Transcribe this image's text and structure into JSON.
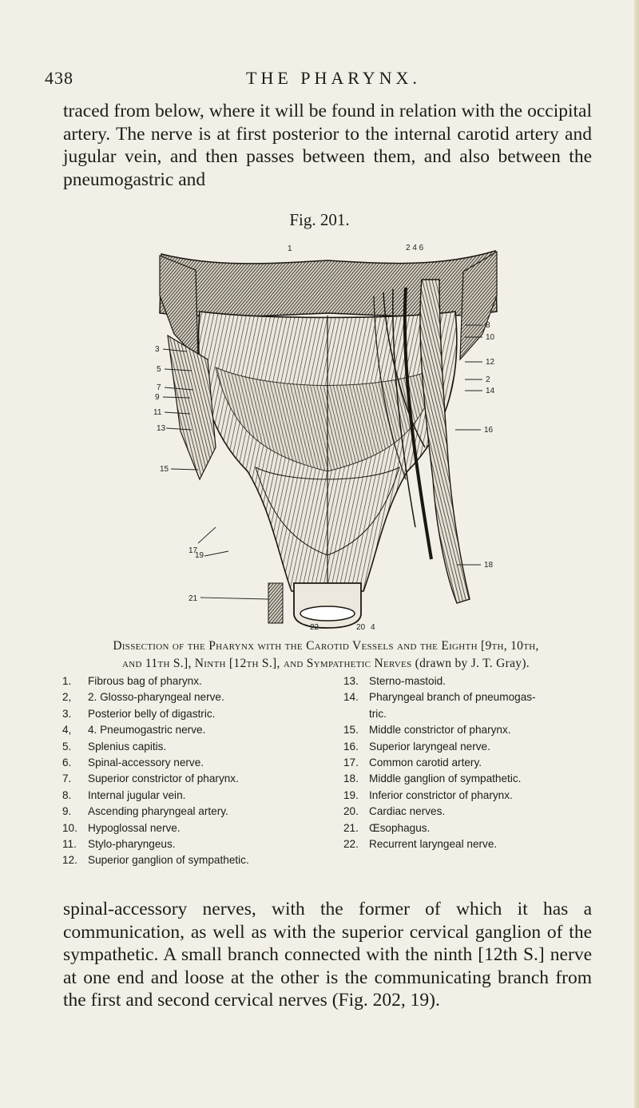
{
  "header": {
    "page_number": "438",
    "running_head": "THE PHARYNX."
  },
  "text": {
    "para_top": "traced from below, where it will be found in relation with the occipital artery. The nerve is at first posterior to the internal carotid artery and jugular vein, and then passes between them, and also between the pneumogastric and",
    "para_bottom": "spinal-accessory nerves, with the former of which it has a communication, as well as with the superior cervical ganglion of the sympathetic. A small branch connected with the ninth [12th S.] nerve at one end and loose at the other is the communicating branch from the first and second cervical nerves (Fig. 202, 19)."
  },
  "figure": {
    "label": "Fig. 201.",
    "caption_line1": "Dissection of the Pharynx with the Carotid Vessels and the Eighth [9th, 10th,",
    "caption_line2": "and 11th S.], Ninth [12th S.], and Sympathetic Nerves",
    "caption_credit": "(drawn by J. T. Gray).",
    "callouts": {
      "top_1": "1",
      "top_246": "2 4 6",
      "l3": "3",
      "l5": "5",
      "l7": "7",
      "l9": "9",
      "l11": "11",
      "l13": "13",
      "l15": "15",
      "l17": "17",
      "l19": "19",
      "l21": "21",
      "r8": "8",
      "r10": "10",
      "r12": "12",
      "r2": "2",
      "r14": "14",
      "r16": "16",
      "r18": "18",
      "b22": "22",
      "b20": "20",
      "b4": "4"
    }
  },
  "legend": {
    "left": [
      {
        "num": "1.",
        "text": "Fibrous bag of pharynx."
      },
      {
        "num": "2,",
        "text": "2. Glosso-pharyngeal nerve."
      },
      {
        "num": "3.",
        "text": "Posterior belly of digastric."
      },
      {
        "num": "4,",
        "text": "4. Pneumogastric nerve."
      },
      {
        "num": "5.",
        "text": "Splenius capitis."
      },
      {
        "num": "6.",
        "text": "Spinal-accessory nerve."
      },
      {
        "num": "7.",
        "text": "Superior constrictor of pharynx."
      },
      {
        "num": "8.",
        "text": "Internal jugular vein."
      },
      {
        "num": "9.",
        "text": "Ascending pharyngeal artery."
      },
      {
        "num": "10.",
        "text": "Hypoglossal nerve."
      },
      {
        "num": "11.",
        "text": "Stylo-pharyngeus."
      },
      {
        "num": "12.",
        "text": "Superior ganglion of sympathetic."
      }
    ],
    "right": [
      {
        "num": "13.",
        "text": "Sterno-mastoid."
      },
      {
        "num": "14.",
        "text": "Pharyngeal branch of pneumogas-"
      },
      {
        "num": "",
        "text": "tric."
      },
      {
        "num": "15.",
        "text": "Middle constrictor of pharynx."
      },
      {
        "num": "16.",
        "text": "Superior laryngeal nerve."
      },
      {
        "num": "17.",
        "text": "Common carotid artery."
      },
      {
        "num": "18.",
        "text": "Middle ganglion of sympathetic."
      },
      {
        "num": "19.",
        "text": "Inferior constrictor of pharynx."
      },
      {
        "num": "20.",
        "text": "Cardiac nerves."
      },
      {
        "num": "21.",
        "text": "Œsophagus."
      },
      {
        "num": "22.",
        "text": "Recurrent laryngeal nerve."
      }
    ]
  }
}
